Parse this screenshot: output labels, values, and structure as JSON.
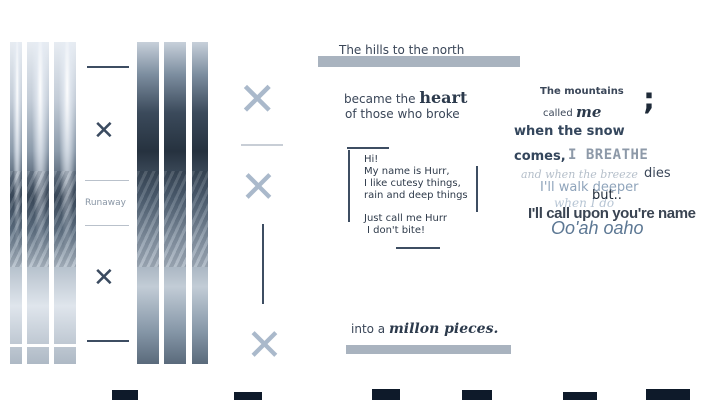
{
  "vertical_label": "Runaway",
  "poem": {
    "line1": "The hills to the north",
    "line2_pre": "became the",
    "line2_bold": "heart",
    "line3": "of those who broke",
    "line4_pre": "into a",
    "line4_bold": "millon pieces."
  },
  "bio": {
    "greeting": "Hi!",
    "line1": "My name is Hurr,",
    "line2": "I like cutesy things,",
    "line3": "rain and deep things",
    "line4": "Just call me Hurr",
    "line5": "I don't bite!"
  },
  "collage": {
    "mountains": "The mountains",
    "semicolon": ";",
    "called": "called",
    "me": "me",
    "when_snow": "when the snow",
    "comes": "comes,",
    "i_breathe": "I BREATHE",
    "breeze": "and when the breeze",
    "dies": "dies",
    "walk": "I'll walk deeper",
    "when_i_do": "when I do",
    "but": "but..",
    "call_upon": "I'll call upon you're name",
    "ooah": "Oo'ah oaho"
  },
  "icons": {
    "x_glyph": "✕"
  },
  "colors": {
    "dark": "#2c3a4c",
    "accent_light": "#a9b3bf",
    "x_light": "#aab9cb"
  }
}
